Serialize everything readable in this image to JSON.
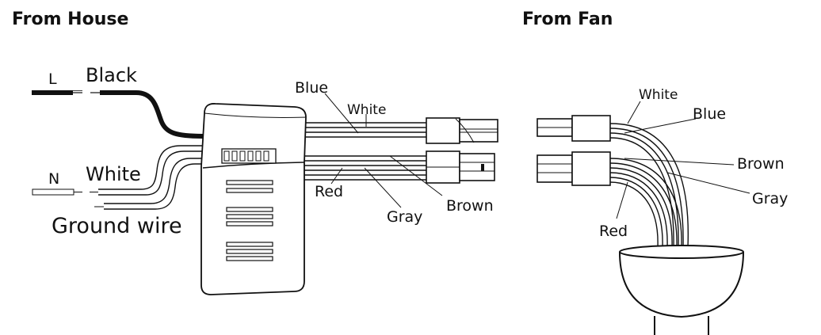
{
  "headers": {
    "house": "From House",
    "fan": "From Fan"
  },
  "house": {
    "line_letter": "L",
    "neutral_letter": "N",
    "black": "Black",
    "white": "White",
    "ground": "Ground wire"
  },
  "receiver_out": {
    "blue": "Blue",
    "white": "White",
    "red": "Red",
    "gray": "Gray",
    "brown": "Brown"
  },
  "fan": {
    "white": "White",
    "blue": "Blue",
    "brown": "Brown",
    "gray": "Gray",
    "red": "Red"
  },
  "colors": {
    "line": "#111111",
    "background": "#ffffff"
  }
}
